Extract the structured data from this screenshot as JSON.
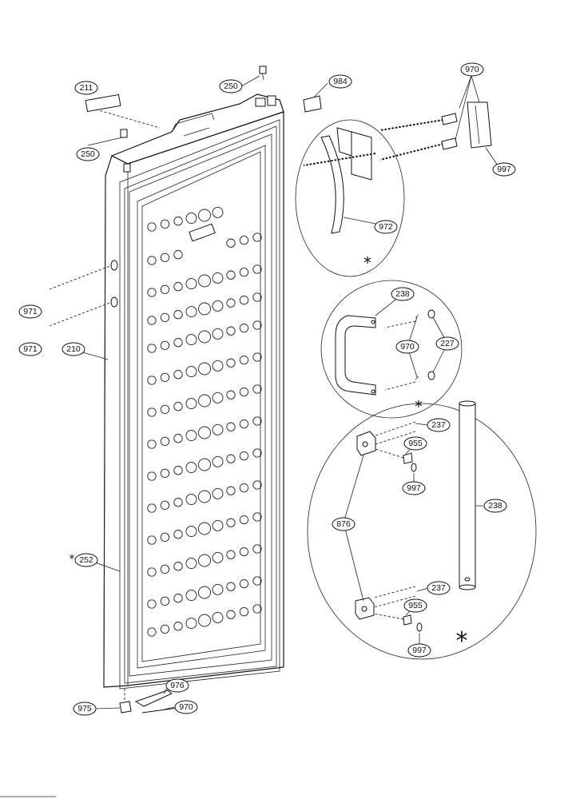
{
  "diagram": {
    "labels": {
      "l211": "211",
      "l250a": "250",
      "l250b": "250",
      "l984": "984",
      "l970a": "970",
      "l997a": "997",
      "l972": "972",
      "l238a": "238",
      "l970b": "970",
      "l227": "227",
      "l971a": "971",
      "l971b": "971",
      "l210": "210",
      "l237a": "237",
      "l955a": "955",
      "l997b": "997",
      "l876": "876",
      "l238b": "238",
      "l252": "252",
      "l237b": "237",
      "l955b": "955",
      "l997c": "997",
      "l976": "976",
      "l975": "975",
      "l970c": "970"
    },
    "markers": {
      "asterisk": "*"
    }
  }
}
